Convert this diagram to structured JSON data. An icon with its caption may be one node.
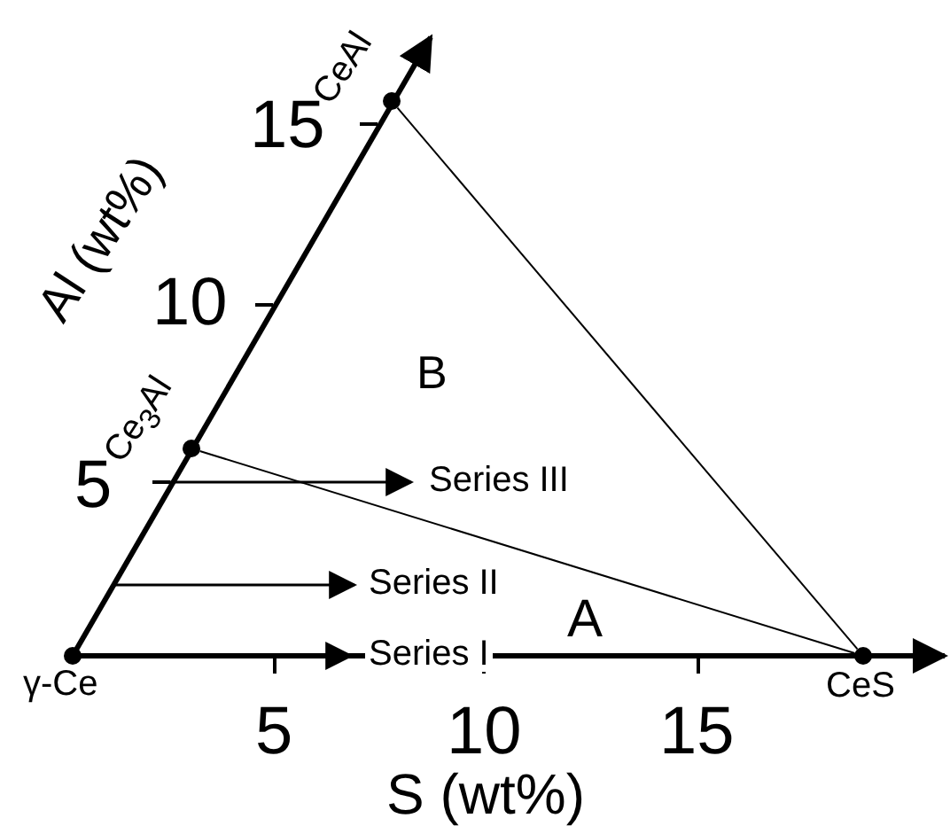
{
  "diagram": {
    "nodes": [
      {
        "text": [],
        "shape": "circle",
        "beside": [
          "CeAl"
        ]
      },
      {
        "text": [],
        "shape": "circle",
        "beside": [
          "Ce$_{3}$Al"
        ]
      },
      {
        "text": [],
        "shape": "circle",
        "beside": [
          "γ-Ce"
        ]
      },
      {
        "text": [],
        "shape": "circle",
        "beside": [
          "CeS"
        ]
      }
    ],
    "edges": [
      {
        "from": 0,
        "to": 3,
        "arrow": "none"
      },
      {
        "from": 1,
        "to": 3,
        "arrow": "none"
      }
    ],
    "labels": [
      "Al (wt%)",
      "15",
      "10",
      "B",
      "5",
      "Series III",
      "Series II",
      "A",
      "Series I",
      "5",
      "10",
      "15",
      "S (wt%)"
    ]
  }
}
